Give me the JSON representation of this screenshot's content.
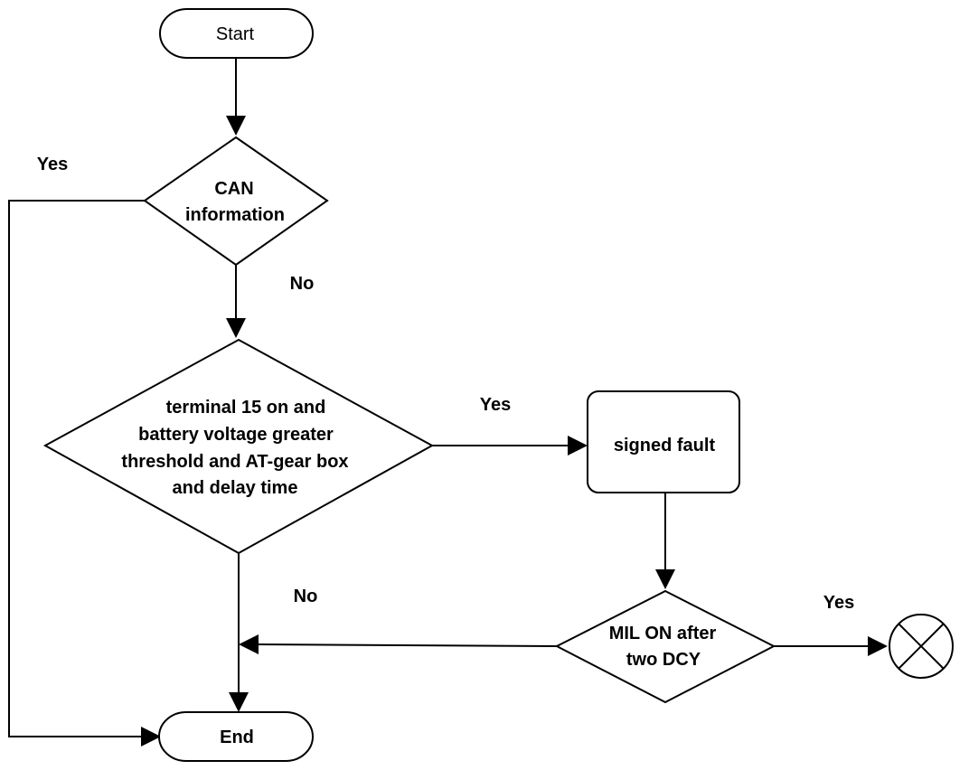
{
  "nodes": {
    "start": "Start",
    "can_info": [
      "CAN",
      "information"
    ],
    "condition": [
      "terminal 15 on and",
      "battery voltage greater",
      "threshold and AT-gear box",
      "and delay time"
    ],
    "signed_fault": "signed fault",
    "mil_on": [
      "MIL ON after",
      "two DCY"
    ],
    "end": "End"
  },
  "edge_labels": {
    "can_yes": "Yes",
    "can_no": "No",
    "condition_yes": "Yes",
    "condition_no": "No",
    "mil_yes": "Yes"
  },
  "terminator_icon": "cross-circle-icon"
}
